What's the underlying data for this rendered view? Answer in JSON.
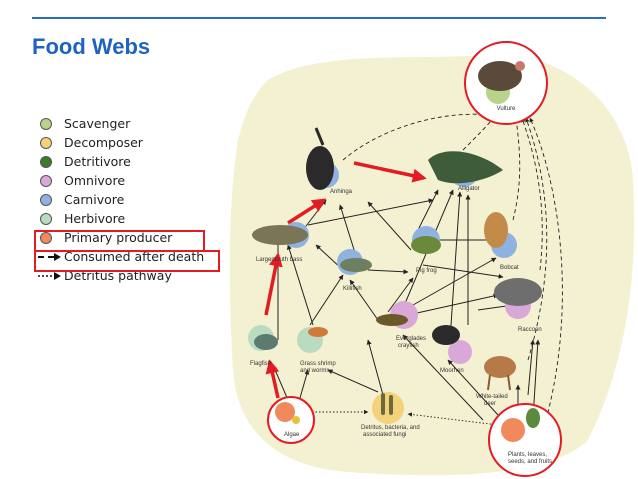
{
  "title": "Food Webs",
  "legend": [
    {
      "label": "Scavenger",
      "color": "#b7d48a"
    },
    {
      "label": "Decomposer",
      "color": "#f3d27a"
    },
    {
      "label": "Detritivore",
      "color": "#3e7b2c"
    },
    {
      "label": "Omnivore",
      "color": "#d9a8d6"
    },
    {
      "label": "Carnivore",
      "color": "#8fb3e0"
    },
    {
      "label": "Herbivore",
      "color": "#b9dcc0"
    },
    {
      "label": "Primary producer",
      "color": "#f08a5d"
    },
    {
      "label": "Consumed after death"
    },
    {
      "label": "Detritus pathway"
    }
  ],
  "nodes": {
    "vulture": "Vulture",
    "anhinga": "Anhinga",
    "alligator": "Alligator",
    "largemouth_bass": "Largemouth bass",
    "killifish": "Killifish",
    "pig_frog": "Pig frog",
    "bobcat": "Bobcat",
    "raccoon": "Raccoon",
    "everglades_crayfish": [
      "Everglades",
      "crayfish"
    ],
    "moorhen": "Moorhen",
    "flagfish": "Flagfish",
    "grass_shrimp": [
      "Grass shrimp",
      "and worms"
    ],
    "white_tailed_deer": [
      "White-tailed",
      "deer"
    ],
    "algae": "Algae",
    "detritus": [
      "Detritus, bacteria, and",
      "associated fungi"
    ],
    "plants": [
      "Plants, leaves,",
      "seeds, and fruits"
    ]
  },
  "colors": {
    "accent": "#1f63c0",
    "highlight_red": "#e31c23",
    "background_web": "#f4f1d2"
  }
}
